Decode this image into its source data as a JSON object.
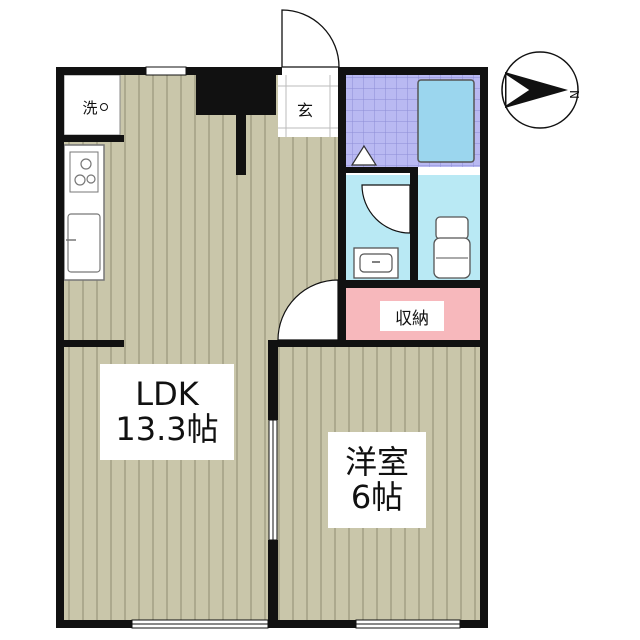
{
  "rooms": {
    "ldk": {
      "name": "LDK",
      "size": "13.3帖",
      "floor_color": "#c9c6aa"
    },
    "western": {
      "name": "洋室",
      "size": "6帖",
      "floor_color": "#c9c6aa"
    },
    "storage": {
      "name": "収納",
      "color": "#f7b8bc"
    },
    "entrance": {
      "name": "玄"
    },
    "washer": {
      "name": "洗"
    }
  },
  "colors": {
    "wall": "#111111",
    "bath_tile": "#b9b9f2",
    "water_area": "#b9e9f4",
    "fixture": "#9bd6ee"
  },
  "compass": {
    "north_label": "N"
  }
}
